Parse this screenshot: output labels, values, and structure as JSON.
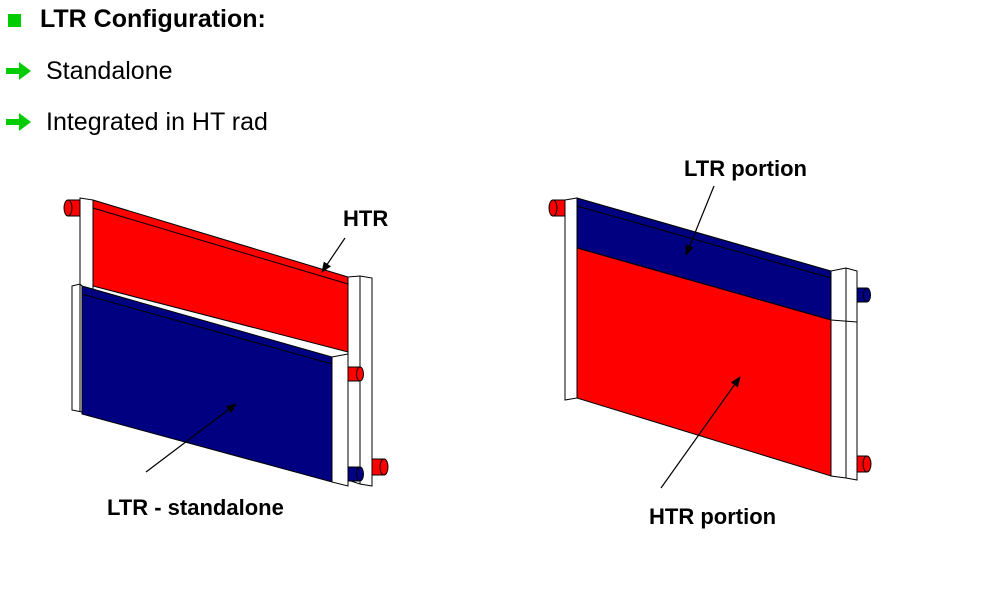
{
  "heading": "LTR Configuration:",
  "bullets": [
    "Standalone",
    "Integrated in HT rad"
  ],
  "labels": {
    "htr": "HTR",
    "ltr_standalone": "LTR - standalone",
    "ltr_portion": "LTR portion",
    "htr_portion": "HTR portion"
  },
  "colors": {
    "bullet": "#00cc00",
    "hot": "#ff0000",
    "cold": "#000080",
    "tank": "#ffffff"
  }
}
